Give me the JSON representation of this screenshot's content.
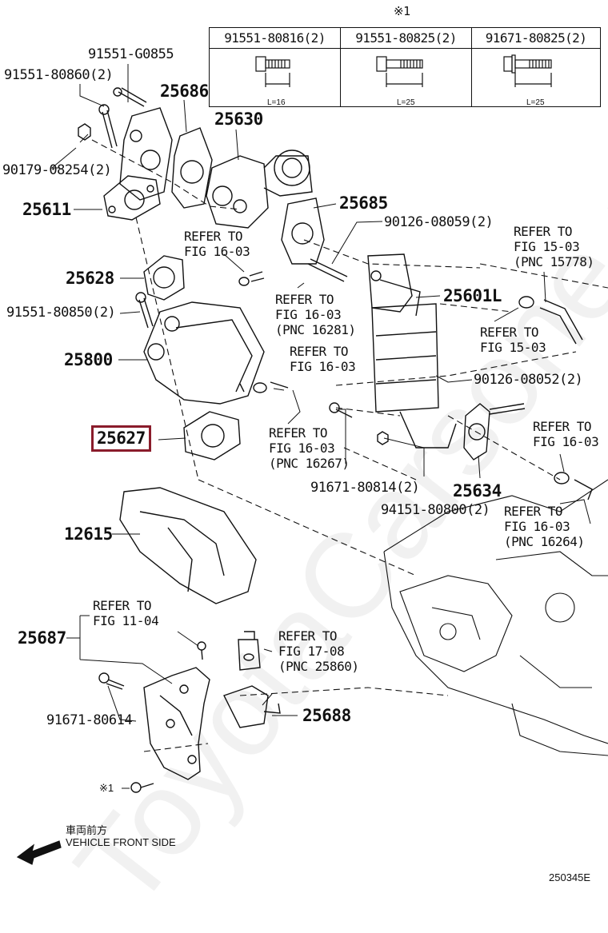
{
  "watermark": "ToyotaCarsone.ru",
  "table": {
    "note_mark": "※1",
    "columns": [
      {
        "part": "91551-80816(2)",
        "length": "L=16"
      },
      {
        "part": "91551-80825(2)",
        "length": "L=25"
      },
      {
        "part": "91671-80825(2)",
        "length": "L=25"
      }
    ]
  },
  "parts": {
    "p91551_G0855": "91551-G0855",
    "p91551_80860": "91551-80860(2)",
    "p25686": "25686",
    "p25630": "25630",
    "p90179_08254": "90179-08254(2)",
    "p25611": "25611",
    "p25685": "25685",
    "p90126_08059": "90126-08059(2)",
    "p25628": "25628",
    "p91551_80850": "91551-80850(2)",
    "p25601L": "25601L",
    "p25800": "25800",
    "p90126_08052": "90126-08052(2)",
    "p25627": "25627",
    "p91671_80814": "91671-80814(2)",
    "p25634": "25634",
    "p94151_80800": "94151-80800(2)",
    "p12615": "12615",
    "p25687": "25687",
    "p91671_80614": "91671-80614",
    "p25688": "25688",
    "note1_bolt": "※1"
  },
  "refs": {
    "r_fig16_03_a": [
      "REFER TO",
      "FIG 16-03"
    ],
    "r_fig16_03_16281": [
      "REFER TO",
      "FIG 16-03",
      "(PNC 16281)"
    ],
    "r_fig16_03_b": [
      "REFER TO",
      "FIG 16-03"
    ],
    "r_fig16_03_16267": [
      "REFER TO",
      "FIG 16-03",
      "(PNC 16267)"
    ],
    "r_fig15_03_15778": [
      "REFER TO",
      "FIG 15-03",
      "(PNC 15778)"
    ],
    "r_fig15_03": [
      "REFER TO",
      "FIG 15-03"
    ],
    "r_fig16_03_c": [
      "REFER TO",
      "FIG 16-03"
    ],
    "r_fig16_03_16264": [
      "REFER TO",
      "FIG 16-03",
      "(PNC 16264)"
    ],
    "r_fig11_04": [
      "REFER TO",
      "FIG 11-04"
    ],
    "r_fig17_08_25860": [
      "REFER TO",
      "FIG 17-08",
      "(PNC 25860)"
    ]
  },
  "footer": {
    "front_jp": "車両前方",
    "front_en": "VEHICLE FRONT SIDE",
    "diagram_id": "250345E"
  }
}
